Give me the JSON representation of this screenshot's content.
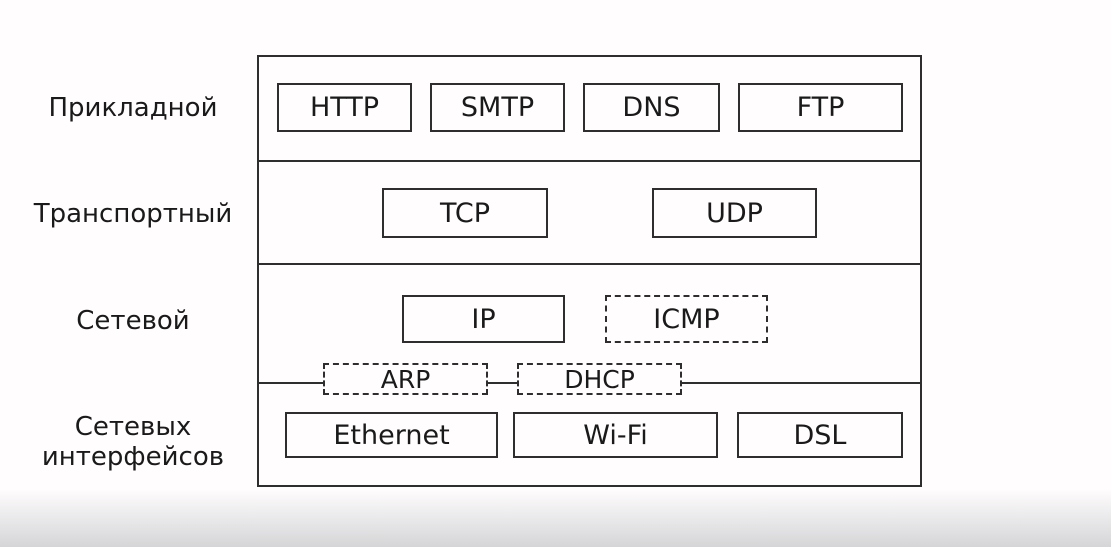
{
  "background": {
    "page_color": "#fffdfe",
    "bottom_fade_color": "#d5d5d7"
  },
  "style": {
    "line_color": "#2e2e2e",
    "text_color": "#1a1a1a"
  },
  "diagram": {
    "type": "network-protocol-stack",
    "layers": [
      {
        "label": "Прикладной",
        "protocols": [
          {
            "name": "HTTP",
            "border": "solid"
          },
          {
            "name": "SMTP",
            "border": "solid"
          },
          {
            "name": "DNS",
            "border": "solid"
          },
          {
            "name": "FTP",
            "border": "solid"
          }
        ]
      },
      {
        "label": "Транспортный",
        "protocols": [
          {
            "name": "TCP",
            "border": "solid"
          },
          {
            "name": "UDP",
            "border": "solid"
          }
        ]
      },
      {
        "label": "Сетевой",
        "protocols": [
          {
            "name": "IP",
            "border": "solid"
          },
          {
            "name": "ICMP",
            "border": "dashed"
          }
        ]
      },
      {
        "label": "Сетевых интерфейсов",
        "label_lines": [
          "Сетевых",
          "интерфейсов"
        ],
        "protocols": [
          {
            "name": "Ethernet",
            "border": "solid"
          },
          {
            "name": "Wi-Fi",
            "border": "solid"
          },
          {
            "name": "DSL",
            "border": "solid"
          }
        ]
      }
    ],
    "boundary_protocols": [
      {
        "name": "ARP",
        "border": "dashed"
      },
      {
        "name": "DHCP",
        "border": "dashed"
      }
    ]
  }
}
